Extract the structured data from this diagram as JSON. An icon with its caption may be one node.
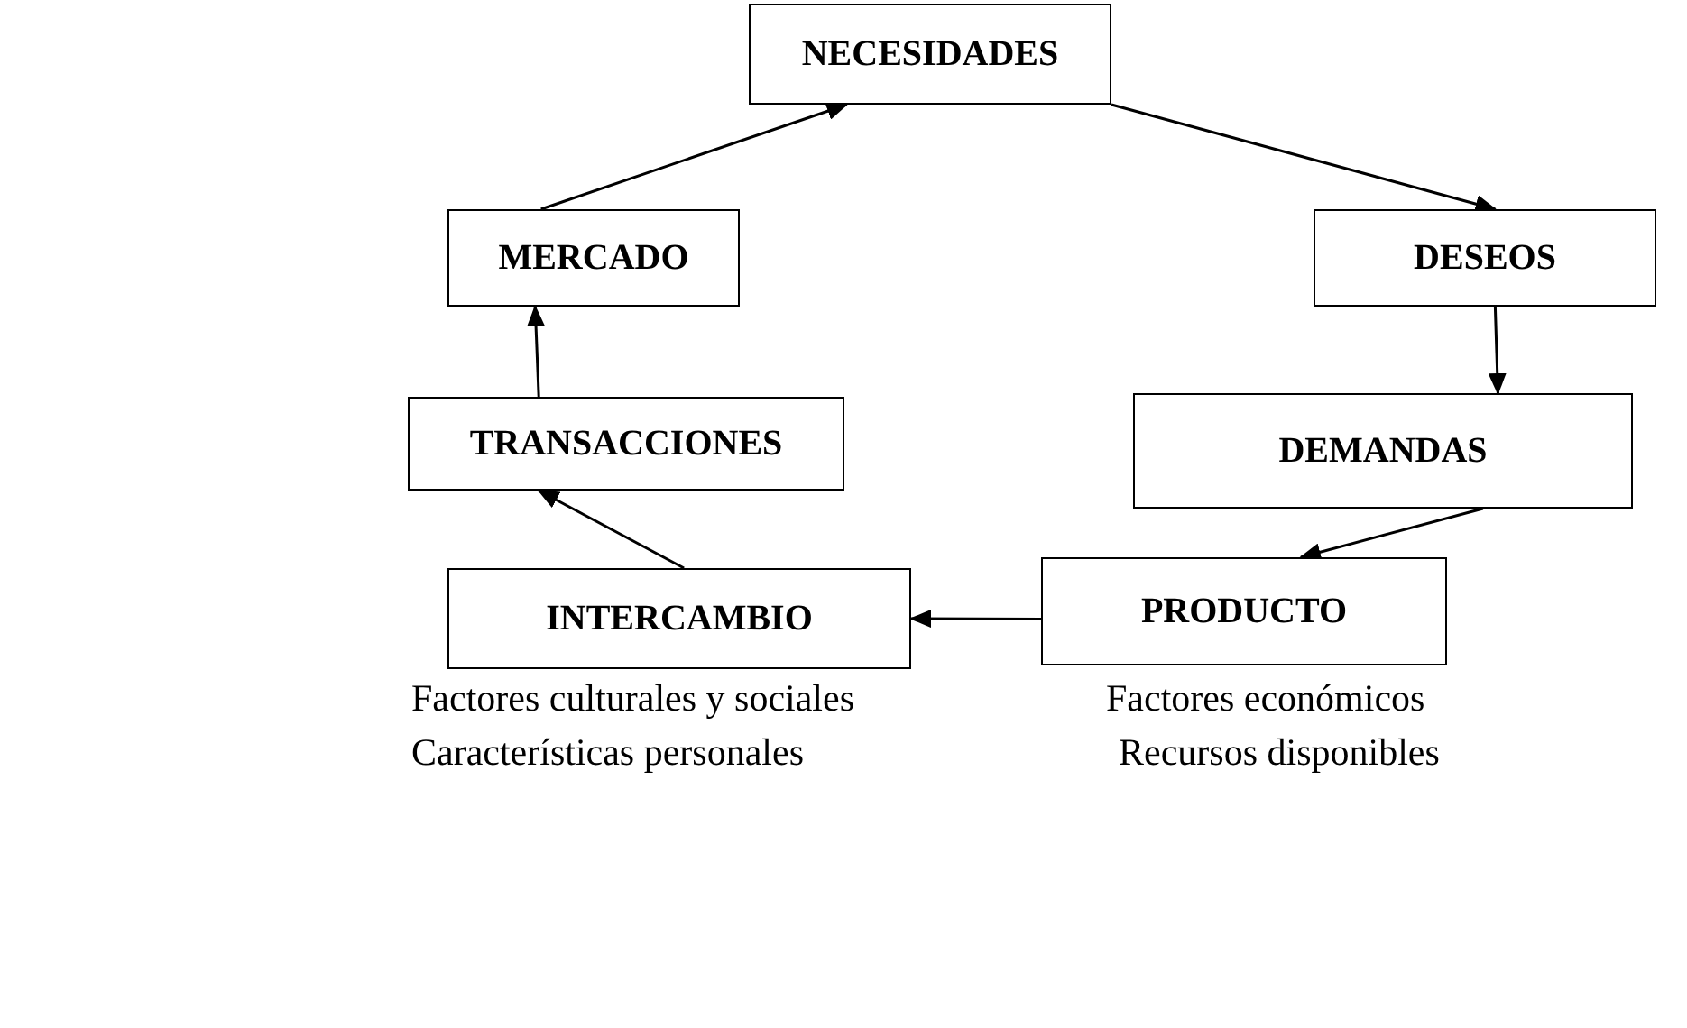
{
  "diagram": {
    "nodes": [
      {
        "text": [
          "NECESIDADES"
        ]
      },
      {
        "text": [
          "DESEOS"
        ]
      },
      {
        "text": [
          "DEMANDAS"
        ]
      },
      {
        "text": [
          "PRODUCTO"
        ]
      },
      {
        "text": [
          "INTERCAMBIO"
        ]
      },
      {
        "text": [
          "TRANSACCIONES"
        ]
      },
      {
        "text": [
          "MERCADO"
        ]
      }
    ],
    "edges": [
      {
        "from": 0,
        "to": 1,
        "arrow": "to"
      },
      {
        "from": 1,
        "to": 2,
        "arrow": "to"
      },
      {
        "from": 2,
        "to": 3,
        "arrow": "to"
      },
      {
        "from": 3,
        "to": 4,
        "arrow": "to"
      },
      {
        "from": 4,
        "to": 5,
        "arrow": "to"
      },
      {
        "from": 5,
        "to": 6,
        "arrow": "to"
      },
      {
        "from": 6,
        "to": 0,
        "arrow": "to"
      }
    ],
    "labels": [
      "Factores culturales y sociales",
      "Factores económicos",
      "Características personales",
      "Recursos disponibles"
    ]
  }
}
